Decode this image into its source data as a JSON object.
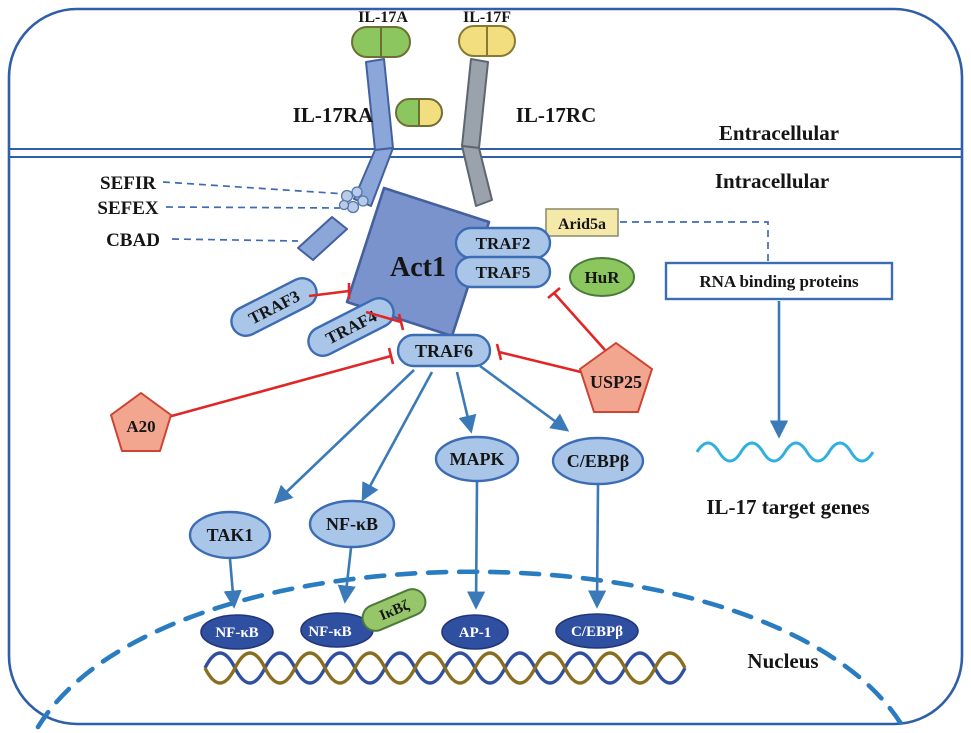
{
  "regions": {
    "extracellular_label": "Entracellular",
    "intracellular_label": "Intracellular",
    "nucleus_label": "Nucleus"
  },
  "ligands": {
    "il17a": "IL-17A",
    "il17f": "IL-17F"
  },
  "receptors": {
    "il17ra": "IL-17RA",
    "il17rc": "IL-17RC"
  },
  "receptor_domains": {
    "sefir": "SEFIR",
    "sefex": "SEFEX",
    "cbad": "CBAD"
  },
  "adaptors": {
    "act1": "Act1",
    "traf2": "TRAF2",
    "traf5": "TRAF5",
    "traf3": "TRAF3",
    "traf4": "TRAF4",
    "traf6": "TRAF6"
  },
  "rna_regulation": {
    "arid5a": "Arid5a",
    "hur": "HuR",
    "box_label": "RNA binding proteins",
    "output_label": "IL-17 target genes"
  },
  "inhibitors": {
    "a20": "A20",
    "usp25": "USP25"
  },
  "effectors": {
    "tak1": "TAK1",
    "nfkb": "NF-κB",
    "mapk": "MAPK",
    "cebpb": "C/EBPβ"
  },
  "nuclear_factors": {
    "nfkb_left": "NF-κB",
    "nfkb_mid": "NF-κB",
    "ikbz": "IκBζ",
    "ap1": "AP-1",
    "cebpb": "C/EBPβ"
  },
  "colors": {
    "cell_outline": "#2f5fa8",
    "node_blue_fill": "#a9c6e8",
    "node_blue_border": "#3c6cb4",
    "act1_fill": "#7b93cd",
    "green_fill": "#8cc65e",
    "yellow_fill": "#f2de7e",
    "arid5a_fill": "#f5e9a9",
    "salmon_fill": "#f2a58f",
    "inhibition_red": "#e02626",
    "arrow_blue": "#3a7ab8",
    "nuclear_factor_fill": "#2f4fa0",
    "mrna_cyan": "#2fb0e0",
    "dna_gold": "#8a6d1f",
    "receptor_gray": "#9aa2ac"
  }
}
